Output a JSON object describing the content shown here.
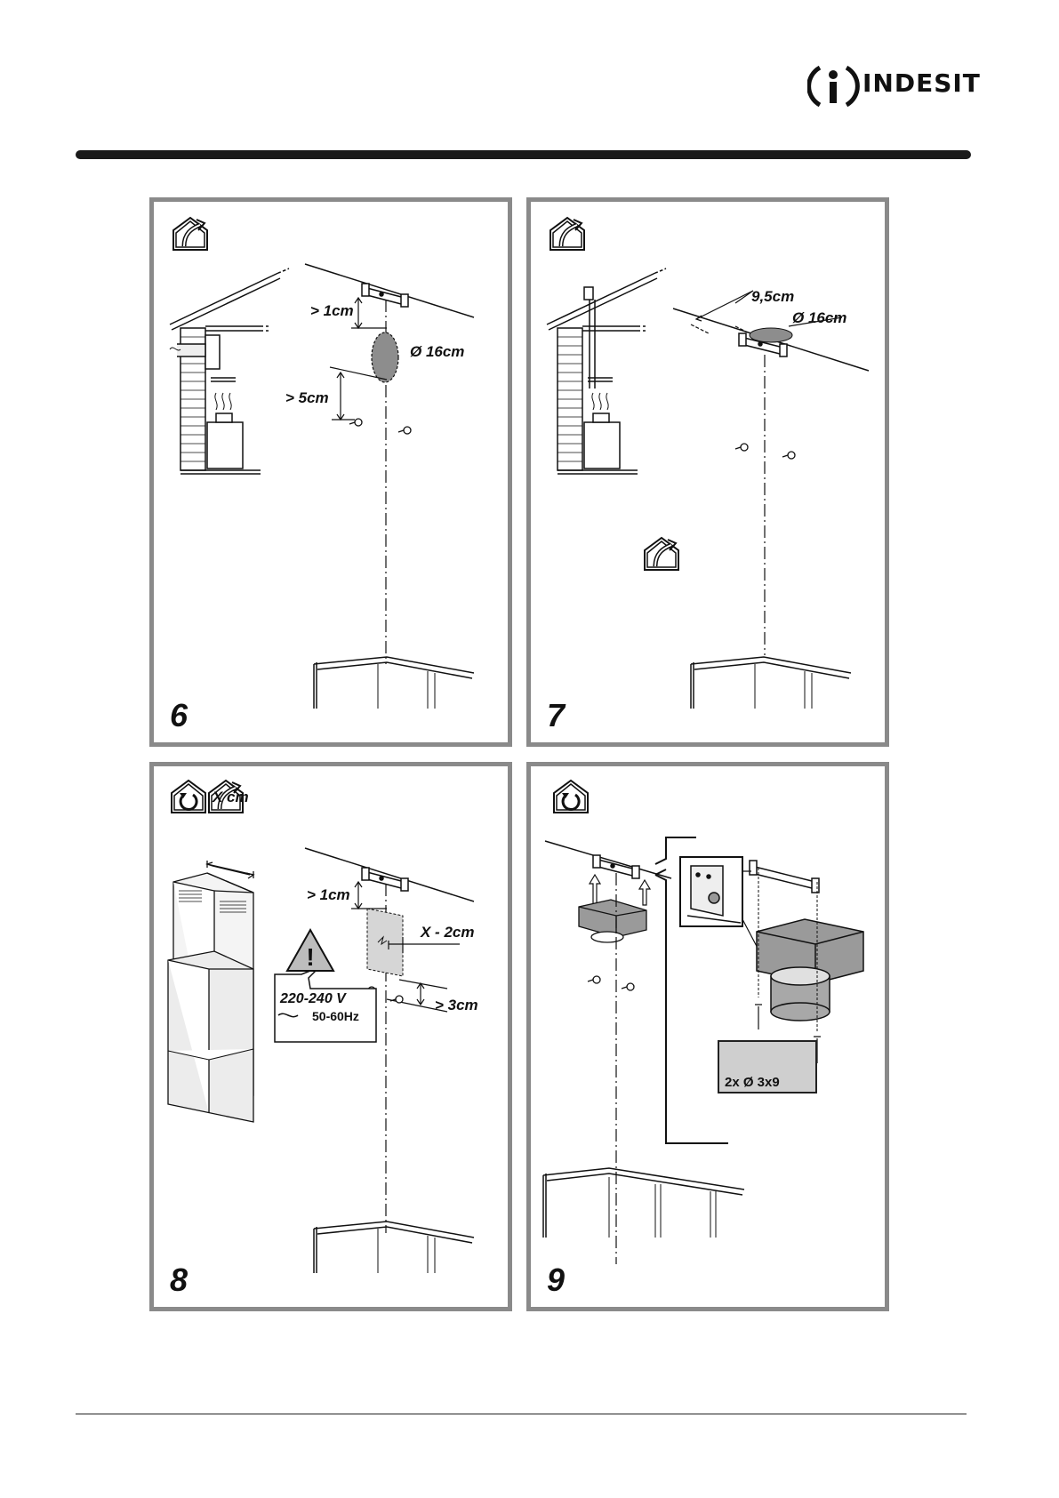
{
  "brand": {
    "name": "INDESIT",
    "icon": "indesit-info-logo-icon"
  },
  "panels": [
    {
      "number": "6",
      "mode_icons": [
        "ducted-outlet-icon"
      ],
      "labels": {
        "gap_top": "> 1cm",
        "diameter": "Ø 16cm",
        "gap_holes": "> 5cm"
      }
    },
    {
      "number": "7",
      "mode_icons": [
        "ducted-outlet-icon",
        "ducted-outlet-icon"
      ],
      "labels": {
        "offset": "9,5cm",
        "diameter": "Ø 16cm"
      }
    },
    {
      "number": "8",
      "mode_icons": [
        "recirculation-icon",
        "ducted-outlet-icon"
      ],
      "labels": {
        "width": "X cm",
        "gap_top": "> 1cm",
        "outlet_width": "X - 2cm",
        "gap_bottom": "> 3cm",
        "voltage": "220-240 V",
        "frequency": "50-60Hz"
      }
    },
    {
      "number": "9",
      "mode_icons": [
        "recirculation-icon"
      ],
      "labels": {
        "screws": "2x Ø 3x9"
      }
    }
  ]
}
